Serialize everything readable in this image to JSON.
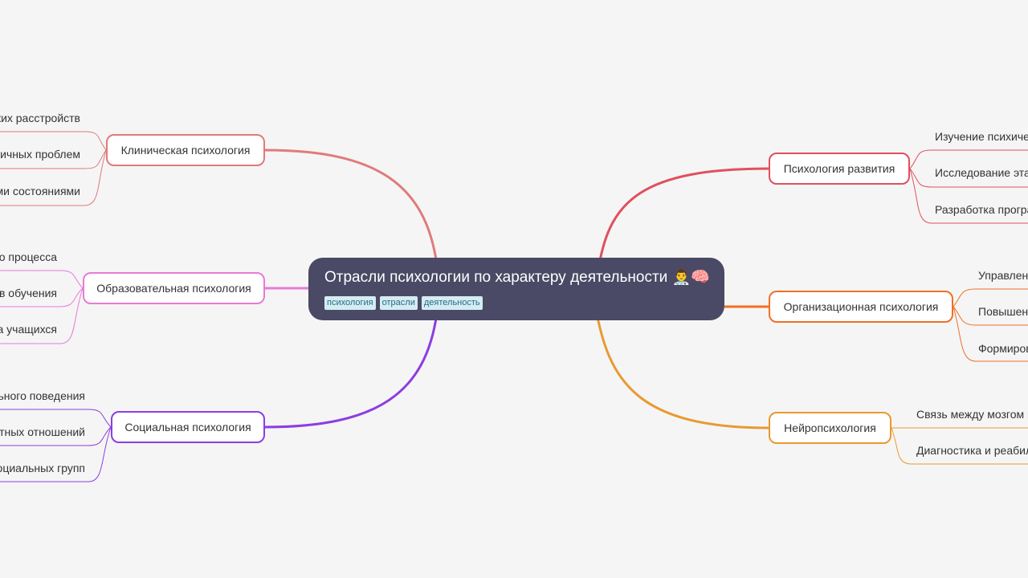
{
  "root": {
    "title": "Отрасли психологии по характеру деятельности 👨‍⚕️🧠",
    "tags": [
      "психология",
      "отрасли",
      "деятельность"
    ]
  },
  "colors": {
    "background": "#f5f5f5",
    "root_fill": "#4a4a66",
    "clinical": "#e07b7b",
    "educational": "#e87ad6",
    "social": "#8c3ee0",
    "developmental": "#e0505e",
    "organizational": "#f07025",
    "neuro": "#e89a30"
  },
  "branches": {
    "clinical": {
      "label": "Клиническая психология",
      "leaves": [
        "ких расстройств",
        "личных проблем",
        "ми состояниями"
      ]
    },
    "educational": {
      "label": "Образовательная психология",
      "leaves": [
        "го процесса",
        "в обучения",
        "ка учащихся"
      ]
    },
    "social": {
      "label": "Социальная психология",
      "leaves": [
        "ьного поведения",
        "тных отношений",
        "оциальных групп"
      ]
    },
    "developmental": {
      "label": "Психология развития",
      "leaves": [
        "Изучение психичес",
        "Исследование этап",
        "Разработка програ"
      ]
    },
    "organizational": {
      "label": "Организационная психология",
      "leaves": [
        "Управлени",
        "Повышени",
        "Формиров"
      ]
    },
    "neuro": {
      "label": "Нейропсихология",
      "leaves": [
        "Связь между мозгом и",
        "Диагностика и реабил"
      ]
    }
  }
}
